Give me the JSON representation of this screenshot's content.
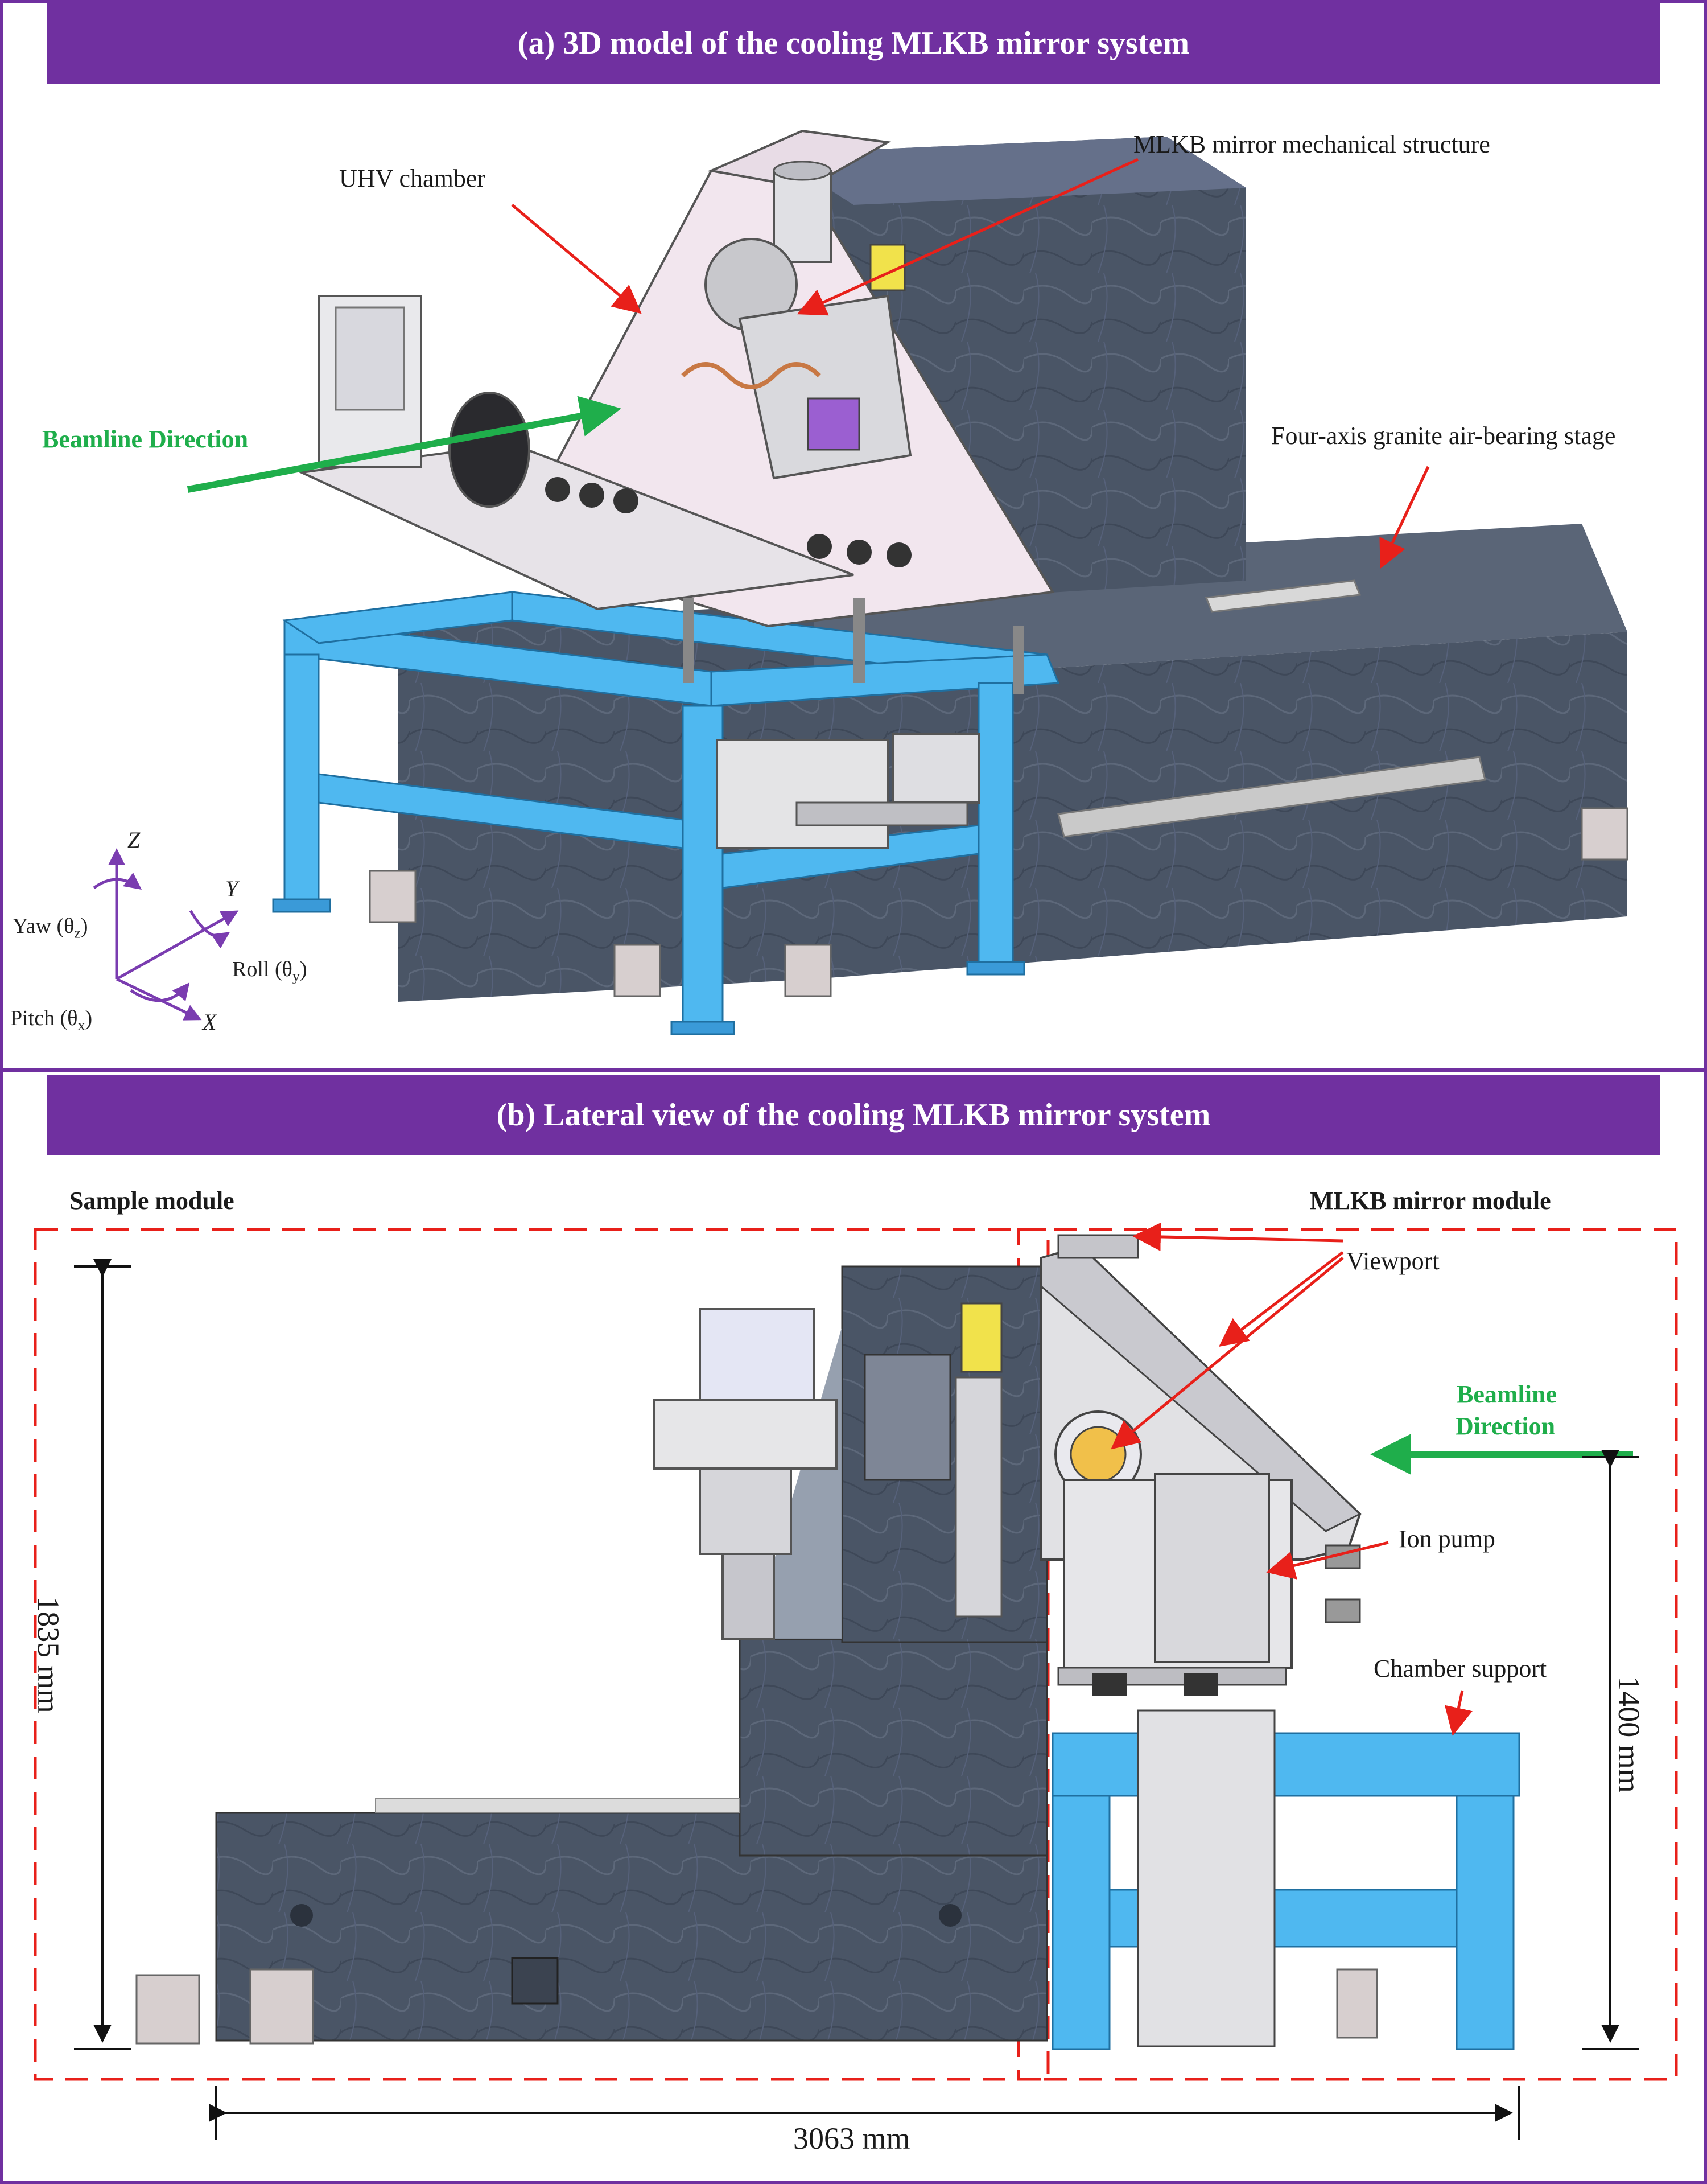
{
  "panel_a": {
    "title": "(a) 3D model of the cooling MLKB mirror system",
    "labels": {
      "uhv_chamber": "UHV chamber",
      "mirror_structure": "MLKB mirror mechanical structure",
      "beamline_direction": "Beamline Direction",
      "granite_stage": "Four-axis granite air-bearing stage"
    },
    "axes": {
      "z": "Z",
      "y": "Y",
      "x": "X",
      "yaw_text": "Yaw (θ",
      "yaw_sub": "z",
      "roll_text": "Roll (θ",
      "roll_sub": "y",
      "pitch_text": "Pitch (θ",
      "pitch_sub": "x",
      "close_paren": ")"
    }
  },
  "panel_b": {
    "title": "(b) Lateral view of the cooling MLKB mirror system",
    "labels": {
      "sample_module": "Sample module",
      "mirror_module": "MLKB mirror module",
      "viewport": "Viewport",
      "beamline_line1": "Beamline",
      "beamline_line2": "Direction",
      "ion_pump": "Ion pump",
      "chamber_support": "Chamber support"
    },
    "dimensions": {
      "height_total": "1835 mm",
      "height_chamber": "1400 mm",
      "length_total": "3063 mm"
    }
  },
  "colors": {
    "frame_purple": "#7030a0",
    "granite": "#4a5566",
    "support_blue": "#4fb8f0",
    "arrow_red": "#e8201a",
    "arrow_green": "#1fae4b",
    "axis_purple": "#7a3cb0",
    "module_dash": "#e8201a"
  }
}
